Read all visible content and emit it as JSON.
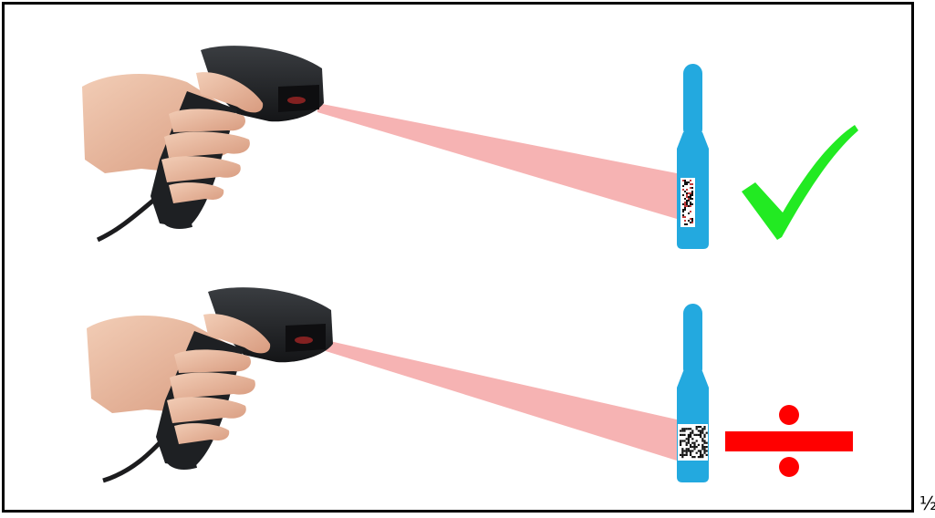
{
  "colors": {
    "frame": "#000000",
    "beam": "#f4a6a6",
    "ampoule": "#23a9df",
    "check": "#22ea22",
    "divide": "#ff0000",
    "scanner": "#242629",
    "skin": "#e9b9a0"
  },
  "rows": [
    {
      "id": "top",
      "barcode_state": "aligned-vertical",
      "result_icon": "check-icon"
    },
    {
      "id": "bottom",
      "barcode_state": "square-datamatrix",
      "result_icon": "divide-icon"
    }
  ],
  "corner_text": "½"
}
